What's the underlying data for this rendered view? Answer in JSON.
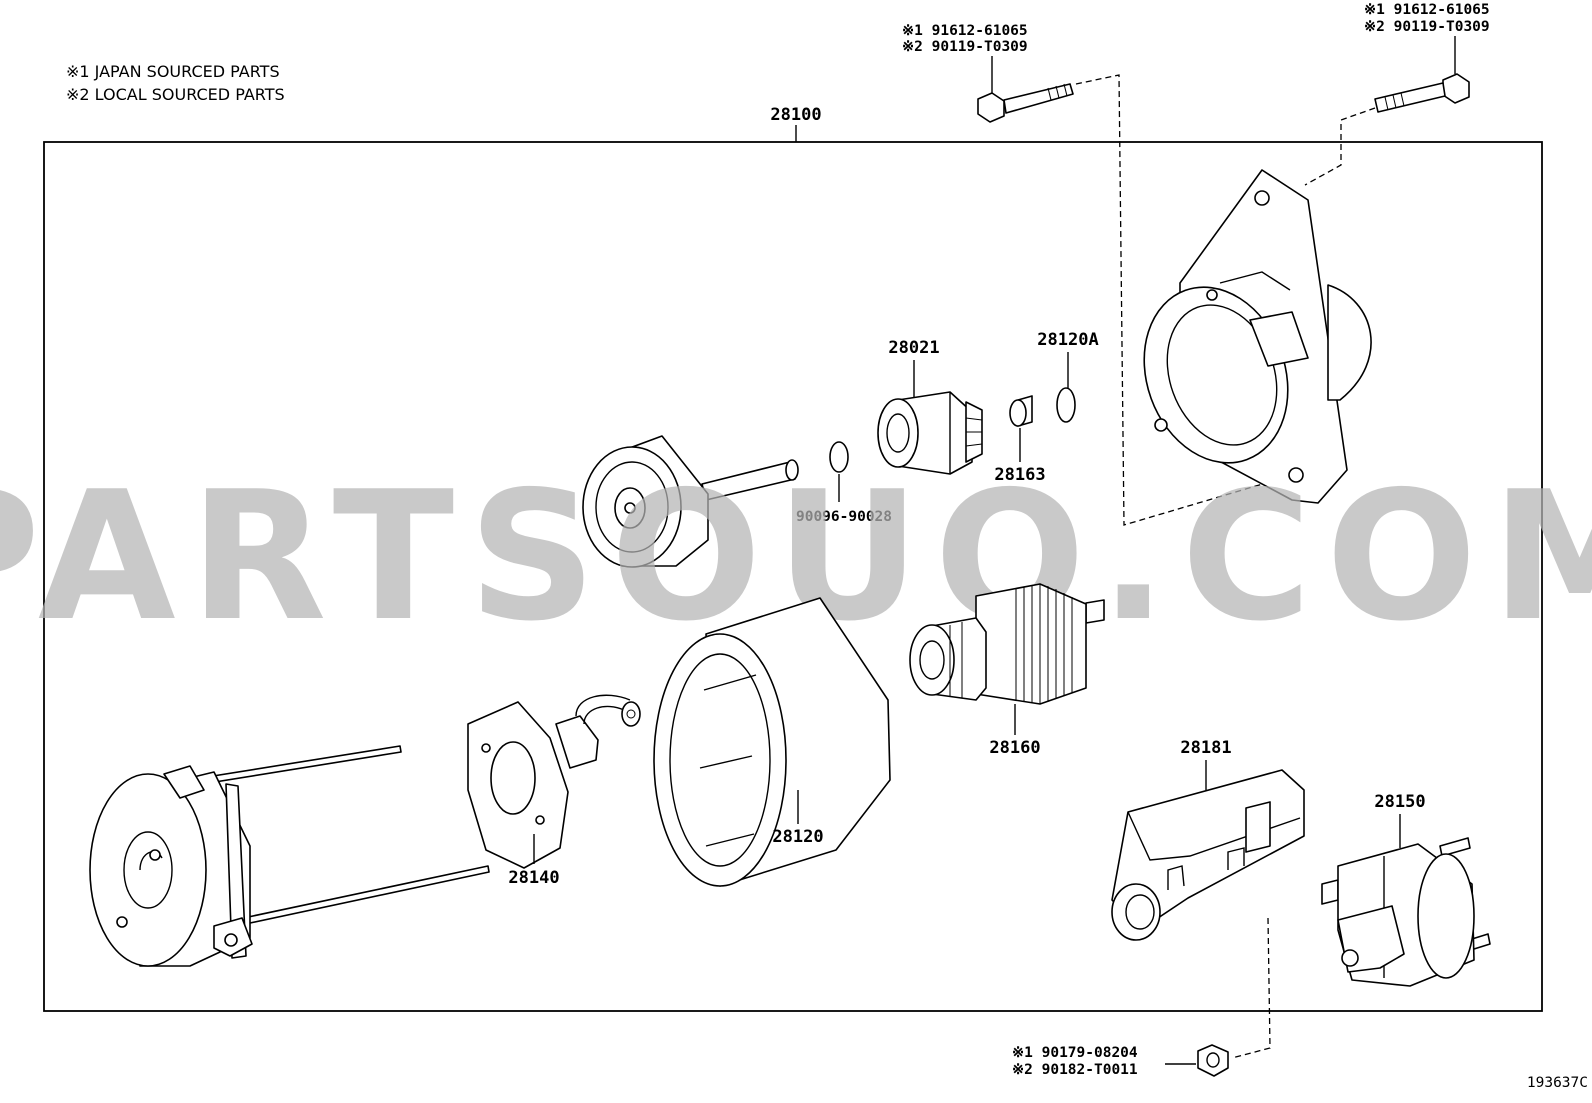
{
  "legend": {
    "line1": "※1 JAPAN SOURCED PARTS",
    "line2": "※2 LOCAL SOURCED PARTS"
  },
  "assembly_number": "28100",
  "watermark": "PARTSOUQ.COM",
  "diagram_code": "193637C",
  "bolts": {
    "top_left": {
      "jp": "※1 91612-61065",
      "local": "※2 90119-T0309"
    },
    "top_right": {
      "jp": "※1 91612-61065",
      "local": "※2 90119-T0309"
    },
    "bottom_nut": {
      "jp": "※1 90179-08204",
      "local": "※2 90182-T0011"
    }
  },
  "parts": {
    "p28021": "28021",
    "p28120a": "28120A",
    "p28163": "28163",
    "p90096": "90096-90028",
    "p28160": "28160",
    "p28181": "28181",
    "p28150": "28150",
    "p28120": "28120",
    "p28140": "28140"
  }
}
